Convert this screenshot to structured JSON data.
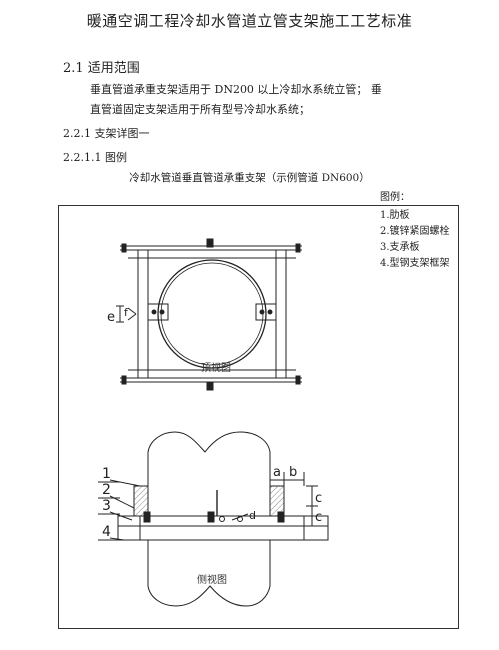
{
  "doc": {
    "title": "暖通空调工程冷却水管道立管支架施工工艺标准",
    "section_title": "2.1 适用范围",
    "para_line1": "垂直管道承重支架适用于 DN200 以上冷却水系统立管；  垂",
    "para_line2": "直管道固定支架适用于所有型号冷却水系统；",
    "sub1": "2.2.1 支架详图一",
    "sub2": "2.2.1.1 图例",
    "figure_caption": "冷却水管道垂直管道承重支架（示例管道 DN600）"
  },
  "legend": {
    "title": "图例：",
    "items": [
      "1.肋板",
      "2.镀锌紧固螺栓",
      "3.支承板",
      "4.型钢支架框架"
    ]
  },
  "drawing": {
    "top_view_label": "顶视图",
    "side_view_label": "侧视图",
    "dim_e": "e",
    "dim_f": "f",
    "dim_a": "a",
    "dim_b": "b",
    "dim_c": "c",
    "dim_d": "d",
    "callouts": [
      "1",
      "2",
      "3",
      "4"
    ]
  }
}
